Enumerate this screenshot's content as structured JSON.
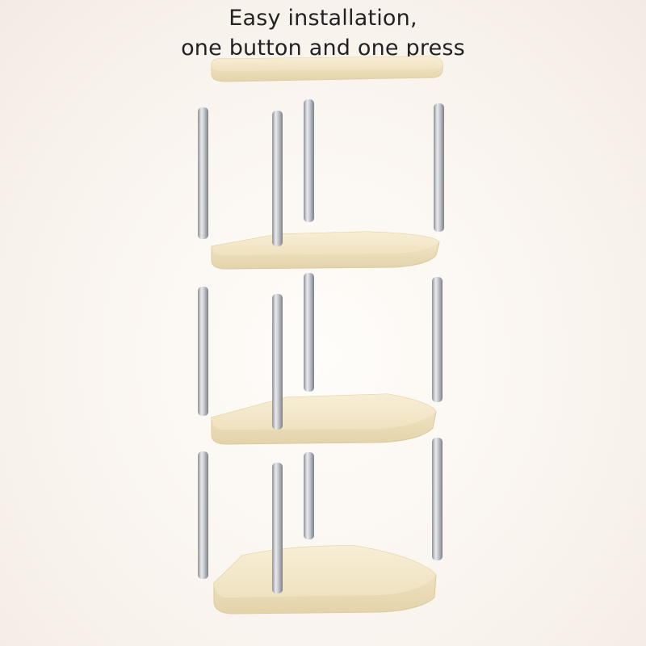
{
  "caption": {
    "line1": "Easy installation,",
    "line2": "one button and one press"
  },
  "product": {
    "name_icon": "corner-shelf-exploded-view",
    "shelf_color": "#f3e7c7",
    "shelf_edge_color": "#e6d7b0",
    "pole_color": "#b9bcc2"
  }
}
